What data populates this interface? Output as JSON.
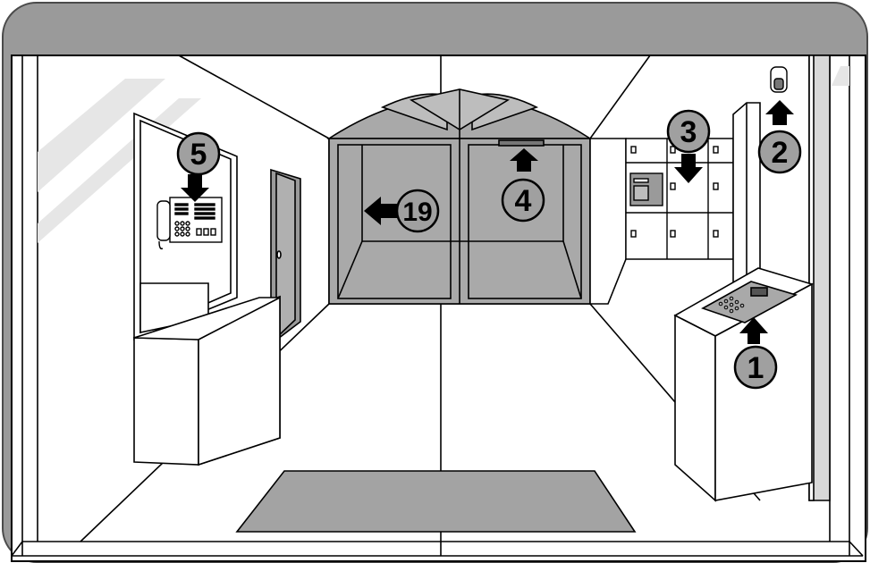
{
  "colors": {
    "frame_gray": "#888888",
    "wall_light": "#ebebeb",
    "glass_gray": "#a9a9a9",
    "door_gray": "#9a9a9a",
    "mat_gray": "#a3a3a3",
    "stroke": "#000000"
  },
  "callouts": [
    {
      "id": "1",
      "label": "1",
      "arrow": "up",
      "points_to": "access-control-keypad-terminal"
    },
    {
      "id": "2",
      "label": "2",
      "arrow": "up",
      "points_to": "wall-sensor"
    },
    {
      "id": "3",
      "label": "3",
      "arrow": "down",
      "points_to": "locker-bank"
    },
    {
      "id": "4",
      "label": "4",
      "arrow": "up",
      "points_to": "door-operator-sensor"
    },
    {
      "id": "5",
      "label": "5",
      "arrow": "down",
      "points_to": "intercom-phone"
    },
    {
      "id": "19",
      "label": "19",
      "arrow": "left",
      "points_to": "glass-entrance-doors"
    }
  ]
}
